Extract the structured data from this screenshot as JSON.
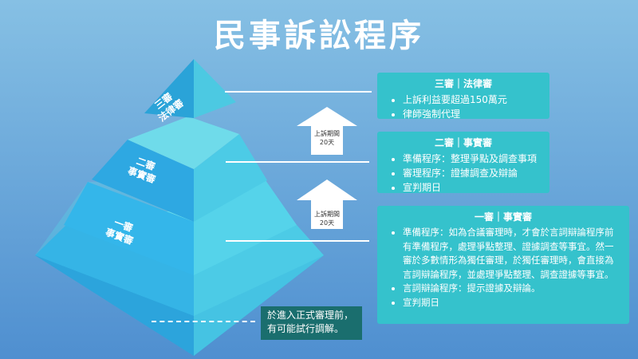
{
  "title": "民事訴訟程序",
  "tiers": {
    "third": {
      "line1": "三審",
      "line2": "法律審"
    },
    "second": {
      "line1": "二審",
      "line2": "事實審"
    },
    "first": {
      "line1": "一審",
      "line2": "事實審"
    }
  },
  "arrows": [
    {
      "line1": "上訴期間",
      "line2": "20天"
    },
    {
      "line1": "上訴期間",
      "line2": "20天"
    }
  ],
  "cards": {
    "third": {
      "title": "三審｜法律審",
      "items": [
        "上訴利益要超過150萬元",
        "律師強制代理"
      ]
    },
    "second": {
      "title": "二審｜事實審",
      "items": [
        "準備程序：整理爭點及調查事項",
        "審理程序：證據調查及辯論",
        "宣判期日"
      ]
    },
    "first": {
      "title": "一審｜事實審",
      "items": [
        "準備程序：如為合議審理時，才會於言詞辯論程序前有準備程序，處理爭點整理、證據調查等事宜。然一審於多數情形為獨任審理，於獨任審理時，會直接為言詞辯論程序，並處理爭點整理、調查證據等事宜。",
        "言詞辯論程序：提示證據及辯論。",
        "宣判期日"
      ]
    }
  },
  "note": {
    "line1": "於進入正式審理前，",
    "line2": "有可能試行調解。"
  },
  "colors": {
    "card": "#35c2cc",
    "note": "#1a6e6e",
    "pyramid_light": "#5fd8e8",
    "pyramid_dark": "#2ba8dc"
  }
}
